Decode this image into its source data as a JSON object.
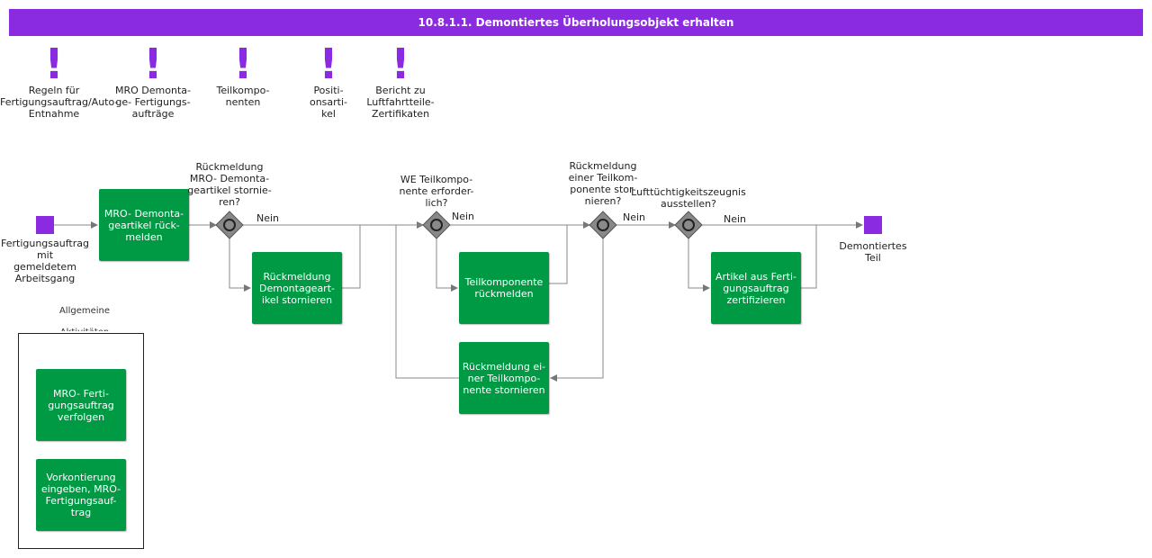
{
  "title": "10.8.1.1. Demontiertes Überholungsobjekt erhalten",
  "annotations": [
    {
      "mark": "!",
      "label": "Regeln für\nFertigungsauftrag/Auto-\nEntnahme"
    },
    {
      "mark": "!",
      "label": "MRO   Demonta-\nge-   Fertigungs-\naufträge"
    },
    {
      "mark": "!",
      "label": "Teilkompo-\nnenten"
    },
    {
      "mark": "!",
      "label": "Positi-\nonsarti-\nkel"
    },
    {
      "mark": "!",
      "label": "Bericht  zu\nLuftfahrtteile-\nZertifikaten"
    }
  ],
  "events": {
    "start_label": "Fertigungsauftrag\nmit\ngemeldetem\nArbeitsgang",
    "end_label": "Demontiertes\nTeil"
  },
  "tasks": {
    "t1": "MRO- Demonta-\ngeartikel  rück-\nmelden",
    "t2": "Rückmeldung\nDemontageart-\nikel stornieren",
    "t3": "Teilkomponente\nrückmelden",
    "t4": "Rückmeldung ei-\nner Teilkompo-\nnente stornieren",
    "t5": "Artikel aus Ferti-\ngungsauftrag\nzertifizieren",
    "l1": "MRO- Ferti-\ngungsauftrag\nverfolgen",
    "l2": "Vorkontierung\neingeben, MRO-\nFertigungsauf-\ntrag"
  },
  "gateways": {
    "g1": "Rückmeldung\nMRO- Demonta-\ngeartikel  stornie-\nren?",
    "g2": "WE  Teilkompo-\nnente  erforder-\nlich?",
    "g3": "Rückmeldung\neiner  Teilkom-\nponente  stor-\nnieren?",
    "g4": "Lufttüchtigkeitszeugnis\nausstellen?"
  },
  "flow_labels": {
    "no": "Nein"
  },
  "legend": {
    "title": "Allgemeine\nAktivitäten"
  },
  "colors": {
    "accent": "#8a2be2",
    "task": "#009944",
    "gateway": "#888888"
  }
}
